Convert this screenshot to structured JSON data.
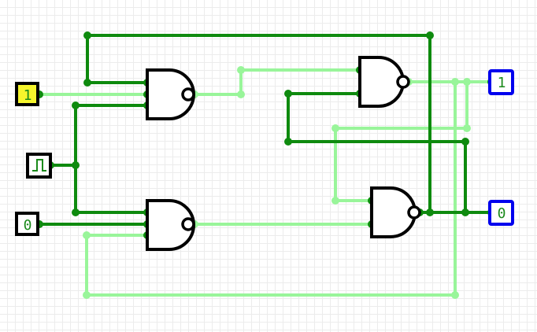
{
  "colors": {
    "wire_high": "#0e8a0e",
    "wire_low": "#99f59a",
    "input_high_fill": "#f5f52c",
    "input_low_fill": "#ffffff",
    "output_border": "#0000ee",
    "pin_text": "#1b8a1b",
    "gate_stroke": "#000000",
    "grid": "#ececec"
  },
  "inputs": {
    "top": {
      "value": "1",
      "state": "high"
    },
    "bottom": {
      "value": "0",
      "state": "low"
    },
    "clock": {
      "icon": "clock-square-wave-icon"
    }
  },
  "outputs": {
    "q": {
      "value": "1"
    },
    "q_not": {
      "value": "0"
    }
  },
  "gates": [
    {
      "type": "NAND",
      "role": "input-gate-top"
    },
    {
      "type": "NAND",
      "role": "input-gate-bottom"
    },
    {
      "type": "NAND",
      "role": "latch-gate-top"
    },
    {
      "type": "NAND",
      "role": "latch-gate-bottom"
    }
  ]
}
